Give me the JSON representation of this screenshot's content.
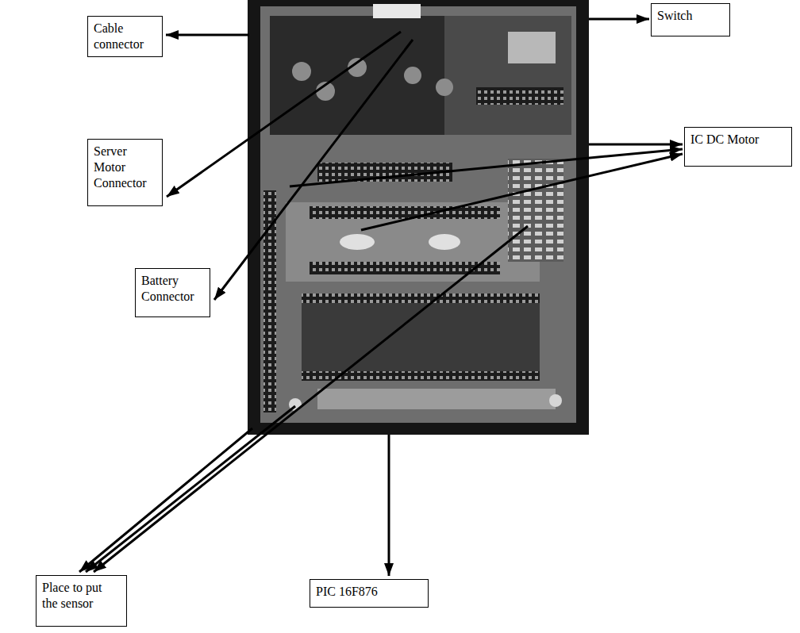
{
  "diagram": {
    "nodes": [
      {
        "text": [
          "Cable connector"
        ]
      },
      {
        "text": [
          "Switch"
        ]
      },
      {
        "text": [
          "Server Motor Connector"
        ]
      },
      {
        "text": [
          "IC DC Motor"
        ]
      },
      {
        "text": [
          "Battery Connector"
        ]
      },
      {
        "text": [
          "Place to put the sensor"
        ]
      },
      {
        "text": [
          "PIC 16F876"
        ]
      }
    ]
  }
}
